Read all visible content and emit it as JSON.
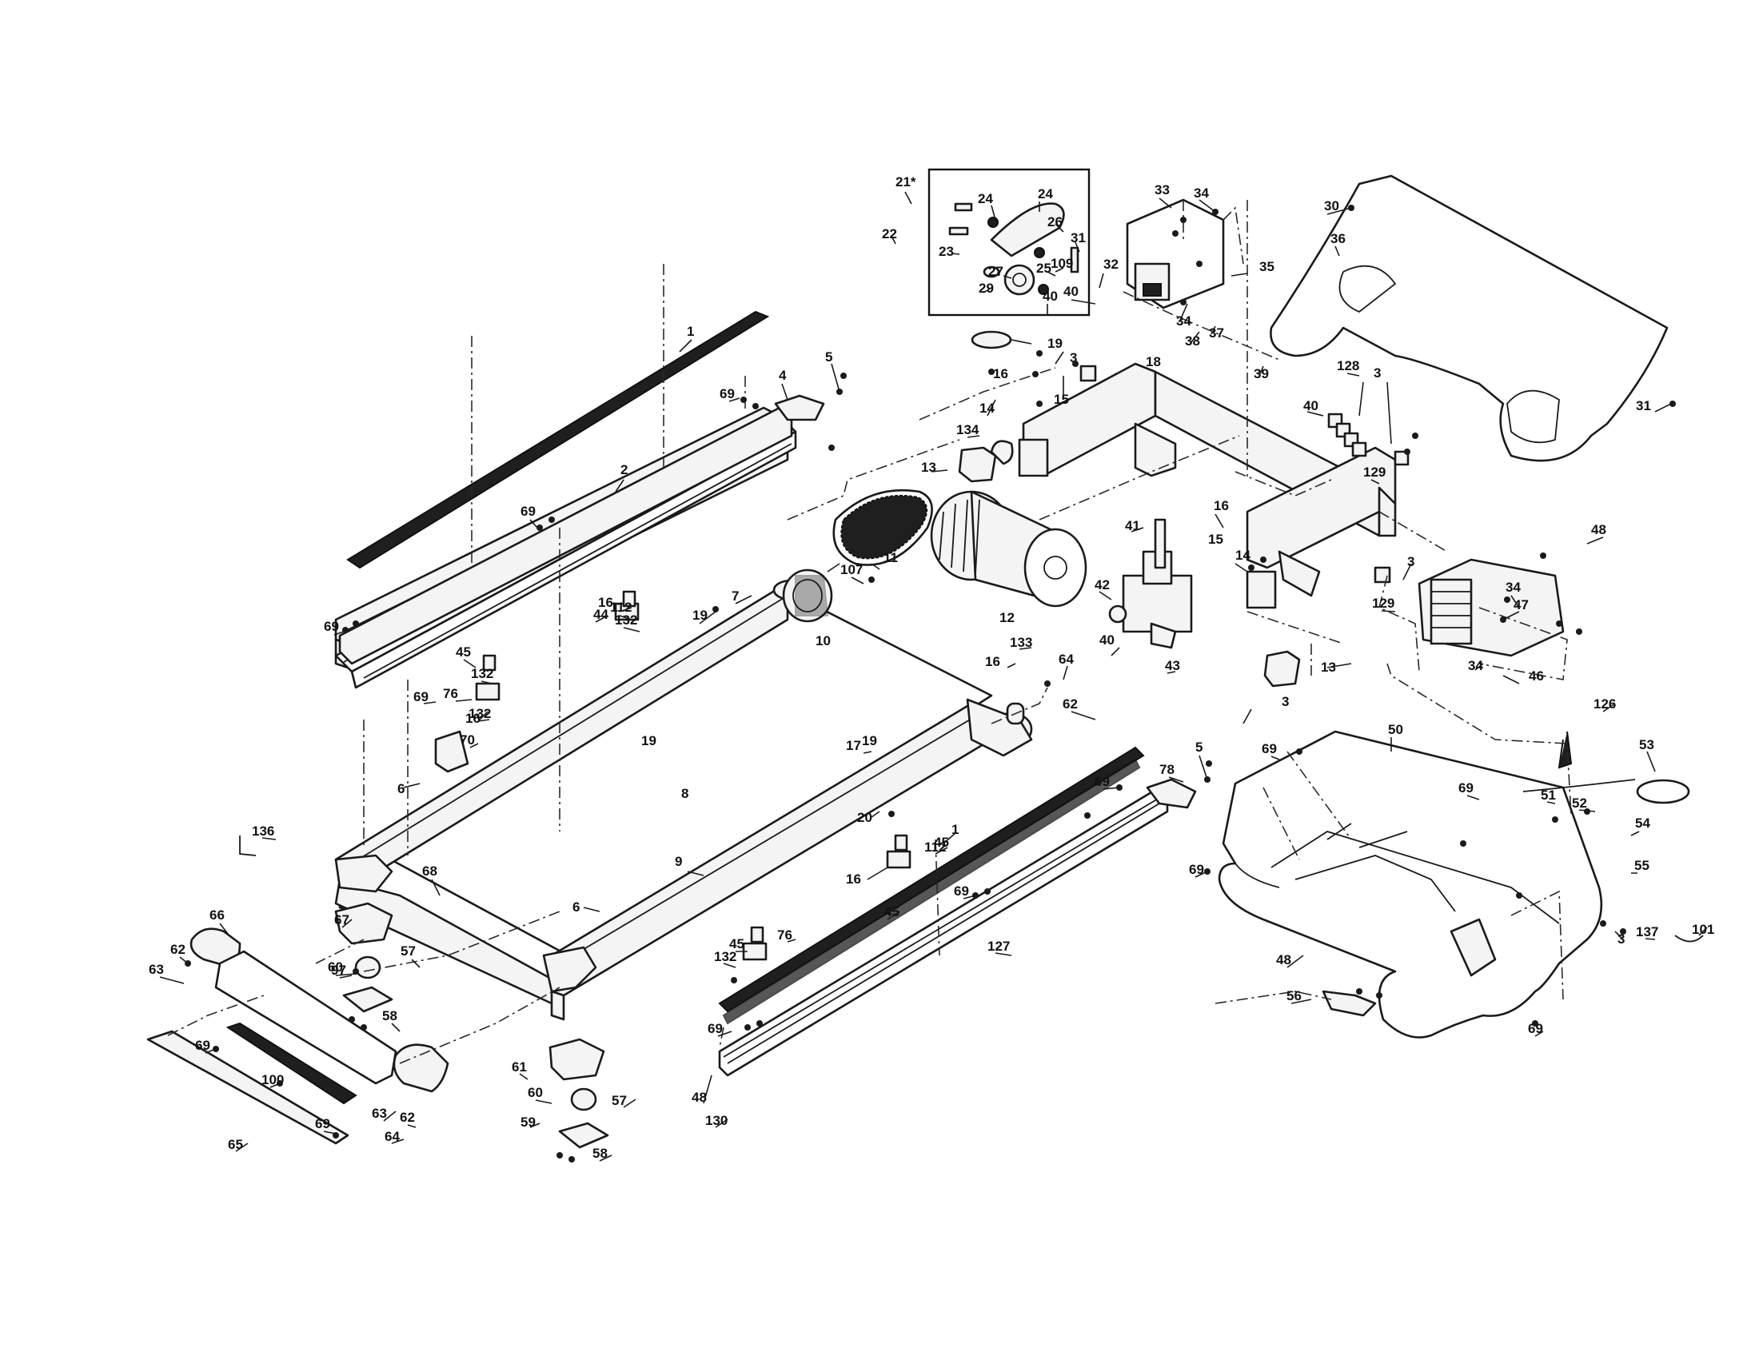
{
  "callouts": [
    {
      "id": "c1a",
      "text": "1"
    },
    {
      "id": "c1b",
      "text": "1"
    },
    {
      "id": "c2",
      "text": "2"
    },
    {
      "id": "c3a",
      "text": "3"
    },
    {
      "id": "c3b",
      "text": "3"
    },
    {
      "id": "c3c",
      "text": "3"
    },
    {
      "id": "c3d",
      "text": "3"
    },
    {
      "id": "c3e",
      "text": "3"
    },
    {
      "id": "c4",
      "text": "4"
    },
    {
      "id": "c5a",
      "text": "5"
    },
    {
      "id": "c5b",
      "text": "5"
    },
    {
      "id": "c6a",
      "text": "6"
    },
    {
      "id": "c6b",
      "text": "6"
    },
    {
      "id": "c7",
      "text": "7"
    },
    {
      "id": "c8",
      "text": "8"
    },
    {
      "id": "c9",
      "text": "9"
    },
    {
      "id": "c10",
      "text": "10"
    },
    {
      "id": "c11",
      "text": "11"
    },
    {
      "id": "c12",
      "text": "12"
    },
    {
      "id": "c13a",
      "text": "13"
    },
    {
      "id": "c13b",
      "text": "13"
    },
    {
      "id": "c14a",
      "text": "14"
    },
    {
      "id": "c14b",
      "text": "14"
    },
    {
      "id": "c15a",
      "text": "15"
    },
    {
      "id": "c15b",
      "text": "15"
    },
    {
      "id": "c16a",
      "text": "16"
    },
    {
      "id": "c16b",
      "text": "16"
    },
    {
      "id": "c16c",
      "text": "16"
    },
    {
      "id": "c16d",
      "text": "16"
    },
    {
      "id": "c16e",
      "text": "16"
    },
    {
      "id": "c16f",
      "text": "16"
    },
    {
      "id": "c17",
      "text": "17"
    },
    {
      "id": "c18",
      "text": "18"
    },
    {
      "id": "c19a",
      "text": "19"
    },
    {
      "id": "c19b",
      "text": "19"
    },
    {
      "id": "c19c",
      "text": "19"
    },
    {
      "id": "c19d",
      "text": "19"
    },
    {
      "id": "c20",
      "text": "20"
    },
    {
      "id": "c21",
      "text": "21*"
    },
    {
      "id": "c22",
      "text": "22"
    },
    {
      "id": "c23",
      "text": "23"
    },
    {
      "id": "c24a",
      "text": "24"
    },
    {
      "id": "c24b",
      "text": "24"
    },
    {
      "id": "c25",
      "text": "25"
    },
    {
      "id": "c26",
      "text": "26"
    },
    {
      "id": "c27",
      "text": "27"
    },
    {
      "id": "c29",
      "text": "29"
    },
    {
      "id": "c30",
      "text": "30"
    },
    {
      "id": "c31a",
      "text": "31"
    },
    {
      "id": "c31b",
      "text": "31"
    },
    {
      "id": "c32",
      "text": "32"
    },
    {
      "id": "c33",
      "text": "33"
    },
    {
      "id": "c34a",
      "text": "34"
    },
    {
      "id": "c34b",
      "text": "34"
    },
    {
      "id": "c34c",
      "text": "34"
    },
    {
      "id": "c34d",
      "text": "34"
    },
    {
      "id": "c35",
      "text": "35"
    },
    {
      "id": "c36",
      "text": "36"
    },
    {
      "id": "c37",
      "text": "37"
    },
    {
      "id": "c38",
      "text": "38"
    },
    {
      "id": "c39",
      "text": "39"
    },
    {
      "id": "c40a",
      "text": "40"
    },
    {
      "id": "c40b",
      "text": "40"
    },
    {
      "id": "c40c",
      "text": "40"
    },
    {
      "id": "c40d",
      "text": "40"
    },
    {
      "id": "c41",
      "text": "41"
    },
    {
      "id": "c42",
      "text": "42"
    },
    {
      "id": "c43",
      "text": "43"
    },
    {
      "id": "c44",
      "text": "44"
    },
    {
      "id": "c45a",
      "text": "45"
    },
    {
      "id": "c45b",
      "text": "45"
    },
    {
      "id": "c45c",
      "text": "45"
    },
    {
      "id": "c45d",
      "text": "45"
    },
    {
      "id": "c46",
      "text": "46"
    },
    {
      "id": "c47",
      "text": "47"
    },
    {
      "id": "c48a",
      "text": "48"
    },
    {
      "id": "c48b",
      "text": "48"
    },
    {
      "id": "c48c",
      "text": "48"
    },
    {
      "id": "c50",
      "text": "50"
    },
    {
      "id": "c51",
      "text": "51"
    },
    {
      "id": "c52",
      "text": "52"
    },
    {
      "id": "c53",
      "text": "53"
    },
    {
      "id": "c54",
      "text": "54"
    },
    {
      "id": "c55",
      "text": "55"
    },
    {
      "id": "c56",
      "text": "56"
    },
    {
      "id": "c57a",
      "text": "57"
    },
    {
      "id": "c57b",
      "text": "57"
    },
    {
      "id": "c58a",
      "text": "58"
    },
    {
      "id": "c58b",
      "text": "58"
    },
    {
      "id": "c59",
      "text": "59"
    },
    {
      "id": "c60a",
      "text": "60"
    },
    {
      "id": "c60b",
      "text": "60"
    },
    {
      "id": "c61",
      "text": "61"
    },
    {
      "id": "c62a",
      "text": "62"
    },
    {
      "id": "c62b",
      "text": "62"
    },
    {
      "id": "c62c",
      "text": "62"
    },
    {
      "id": "c63a",
      "text": "63"
    },
    {
      "id": "c63b",
      "text": "63"
    },
    {
      "id": "c64a",
      "text": "64"
    },
    {
      "id": "c64b",
      "text": "64"
    },
    {
      "id": "c65",
      "text": "65"
    },
    {
      "id": "c66",
      "text": "66"
    },
    {
      "id": "c67",
      "text": "67"
    },
    {
      "id": "c68",
      "text": "68"
    },
    {
      "id": "c69a",
      "text": "69"
    },
    {
      "id": "c69b",
      "text": "69"
    },
    {
      "id": "c69c",
      "text": "69"
    },
    {
      "id": "c69d",
      "text": "69"
    },
    {
      "id": "c69e",
      "text": "69"
    },
    {
      "id": "c69f",
      "text": "69"
    },
    {
      "id": "c69g",
      "text": "69"
    },
    {
      "id": "c69h",
      "text": "69"
    },
    {
      "id": "c69i",
      "text": "69"
    },
    {
      "id": "c69j",
      "text": "69"
    },
    {
      "id": "c69k",
      "text": "69"
    },
    {
      "id": "c69l",
      "text": "69"
    },
    {
      "id": "c69m",
      "text": "69"
    },
    {
      "id": "c70",
      "text": "70"
    },
    {
      "id": "c76a",
      "text": "76"
    },
    {
      "id": "c76b",
      "text": "76"
    },
    {
      "id": "c78",
      "text": "78"
    },
    {
      "id": "c97",
      "text": "97"
    },
    {
      "id": "c100",
      "text": "100"
    },
    {
      "id": "c101",
      "text": "101"
    },
    {
      "id": "c107",
      "text": "107"
    },
    {
      "id": "c109",
      "text": "109"
    },
    {
      "id": "c112a",
      "text": "112"
    },
    {
      "id": "c112b",
      "text": "112"
    },
    {
      "id": "c126",
      "text": "126"
    },
    {
      "id": "c127",
      "text": "127"
    },
    {
      "id": "c128",
      "text": "128"
    },
    {
      "id": "c129a",
      "text": "129"
    },
    {
      "id": "c129b",
      "text": "129"
    },
    {
      "id": "c130",
      "text": "130"
    },
    {
      "id": "c132a",
      "text": "132"
    },
    {
      "id": "c132b",
      "text": "132"
    },
    {
      "id": "c132c",
      "text": "132"
    },
    {
      "id": "c132d",
      "text": "132"
    },
    {
      "id": "c133",
      "text": "133"
    },
    {
      "id": "c134",
      "text": "134"
    },
    {
      "id": "c136",
      "text": "136"
    },
    {
      "id": "c137",
      "text": "137"
    }
  ]
}
